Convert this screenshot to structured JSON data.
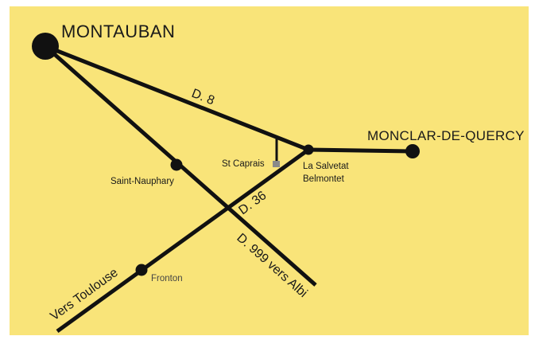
{
  "places": {
    "montauban": "MONTAUBAN",
    "monclar": "MONCLAR-DE-QUERCY",
    "saint_nauphary": "Saint-Nauphary",
    "st_caprais": "St Caprais",
    "la_salvetat_line1": "La Salvetat",
    "la_salvetat_line2": "Belmontet",
    "fronton": "Fronton"
  },
  "roads": {
    "d8": "D. 8",
    "d36": "D. 36",
    "d999": "D. 999 vers Albi",
    "toulouse": "Vers Toulouse"
  },
  "colors": {
    "background": "#f9e479",
    "roads": "#111111",
    "frame": "#ffffff"
  }
}
